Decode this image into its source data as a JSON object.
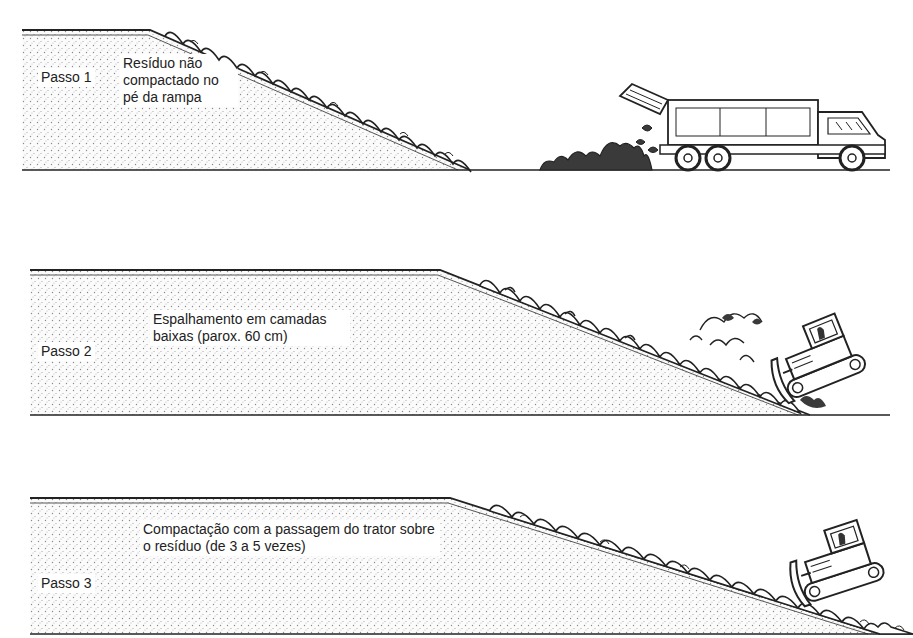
{
  "diagram": {
    "nodes": [
      {
        "text": [
          "Passo 1",
          "Resíduo não compactado no pé da rampa"
        ]
      },
      {
        "text": [
          "Passo 2",
          "Espalhamento em camadas baixas (parox. 60 cm)"
        ]
      },
      {
        "text": [
          "Passo 3",
          "Compactação com a passagem do trator sobre o resíduo (de 3 a 5 vezes)"
        ]
      }
    ]
  }
}
